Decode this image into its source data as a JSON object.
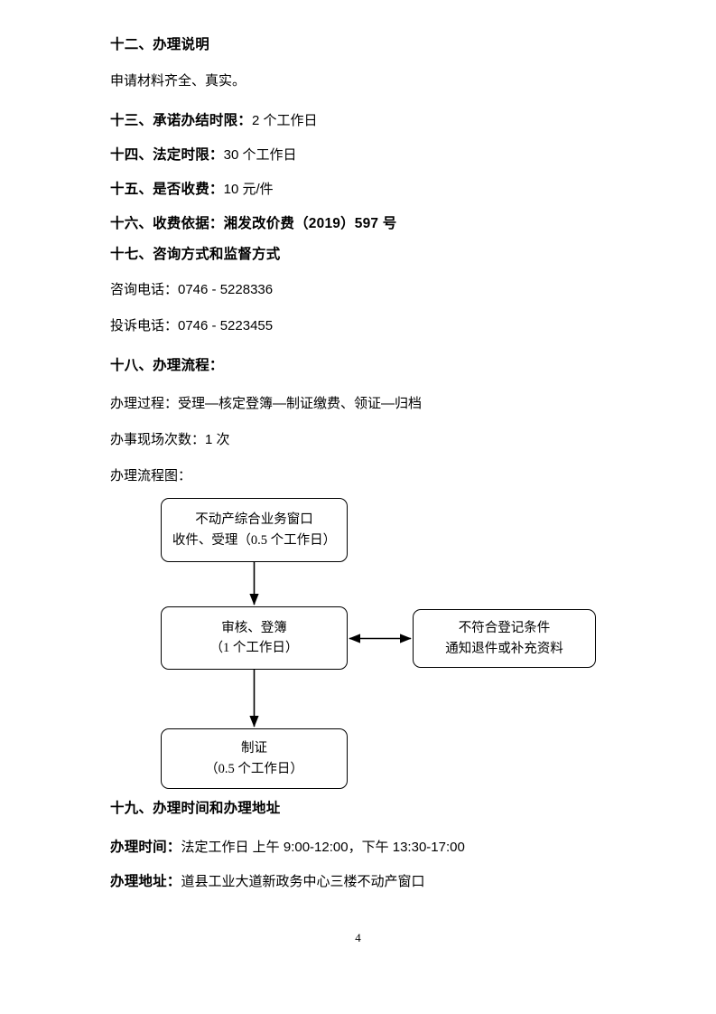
{
  "document": {
    "page_number": "4",
    "sections": [
      {
        "id": "s12",
        "heading": "十二、办理说明"
      },
      {
        "id": "s12body",
        "text": "申请材料齐全、真实。"
      },
      {
        "id": "s13",
        "label": "十三、承诺办结时限：",
        "value": "2 个工作日"
      },
      {
        "id": "s14",
        "label": "十四、法定时限：",
        "value": "30 个工作日"
      },
      {
        "id": "s15",
        "label": "十五、是否收费：",
        "value": "10 元/件"
      },
      {
        "id": "s16",
        "label": "十六、收费依据：",
        "value": "湘发改价费（2019）597 号"
      },
      {
        "id": "s17",
        "heading": "十七、咨询方式和监督方式"
      },
      {
        "id": "s17a",
        "text": "咨询电话：0746 - 5228336"
      },
      {
        "id": "s17b",
        "text": "投诉电话：0746 - 5223455"
      },
      {
        "id": "s18",
        "heading": "十八、办理流程："
      },
      {
        "id": "s18a",
        "text": "办理过程：受理—核定登簿—制证缴费、领证—归档"
      },
      {
        "id": "s18b",
        "text": "办事现场次数：1 次"
      },
      {
        "id": "s18c",
        "text": "办理流程图："
      },
      {
        "id": "s19",
        "heading": "十九、办理时间和办理地址"
      },
      {
        "id": "s19a",
        "label": "办理时间：",
        "value": "法定工作日 上午 9:00-12:00，下午 13:30-17:00"
      },
      {
        "id": "s19b",
        "label": "办理地址：",
        "value": "道县工业大道新政务中心三楼不动产窗口"
      }
    ]
  },
  "flowchart": {
    "title": "办理流程图",
    "nodes": [
      {
        "id": "node1",
        "line1": "不动产综合业务窗口",
        "line2": "收件、受理（0.5 个工作日）"
      },
      {
        "id": "node2",
        "line1": "审核、登簿",
        "line2": "（1 个工作日）"
      },
      {
        "id": "node3",
        "line1": "不符合登记条件",
        "line2": "通知退件或补充资料"
      },
      {
        "id": "node4",
        "line1": "制证",
        "line2": "（0.5 个工作日）"
      }
    ],
    "connectors": [
      {
        "id": "conn1",
        "from": "node1",
        "to": "node2",
        "kind": "arrow-down"
      },
      {
        "id": "conn2",
        "from": "node2",
        "to": "node3",
        "kind": "arrow-bidirectional"
      },
      {
        "id": "conn3",
        "from": "node2",
        "to": "node4",
        "kind": "arrow-down"
      }
    ]
  },
  "colors": {
    "text": "#000000",
    "background": "#ffffff",
    "border": "#000000"
  }
}
